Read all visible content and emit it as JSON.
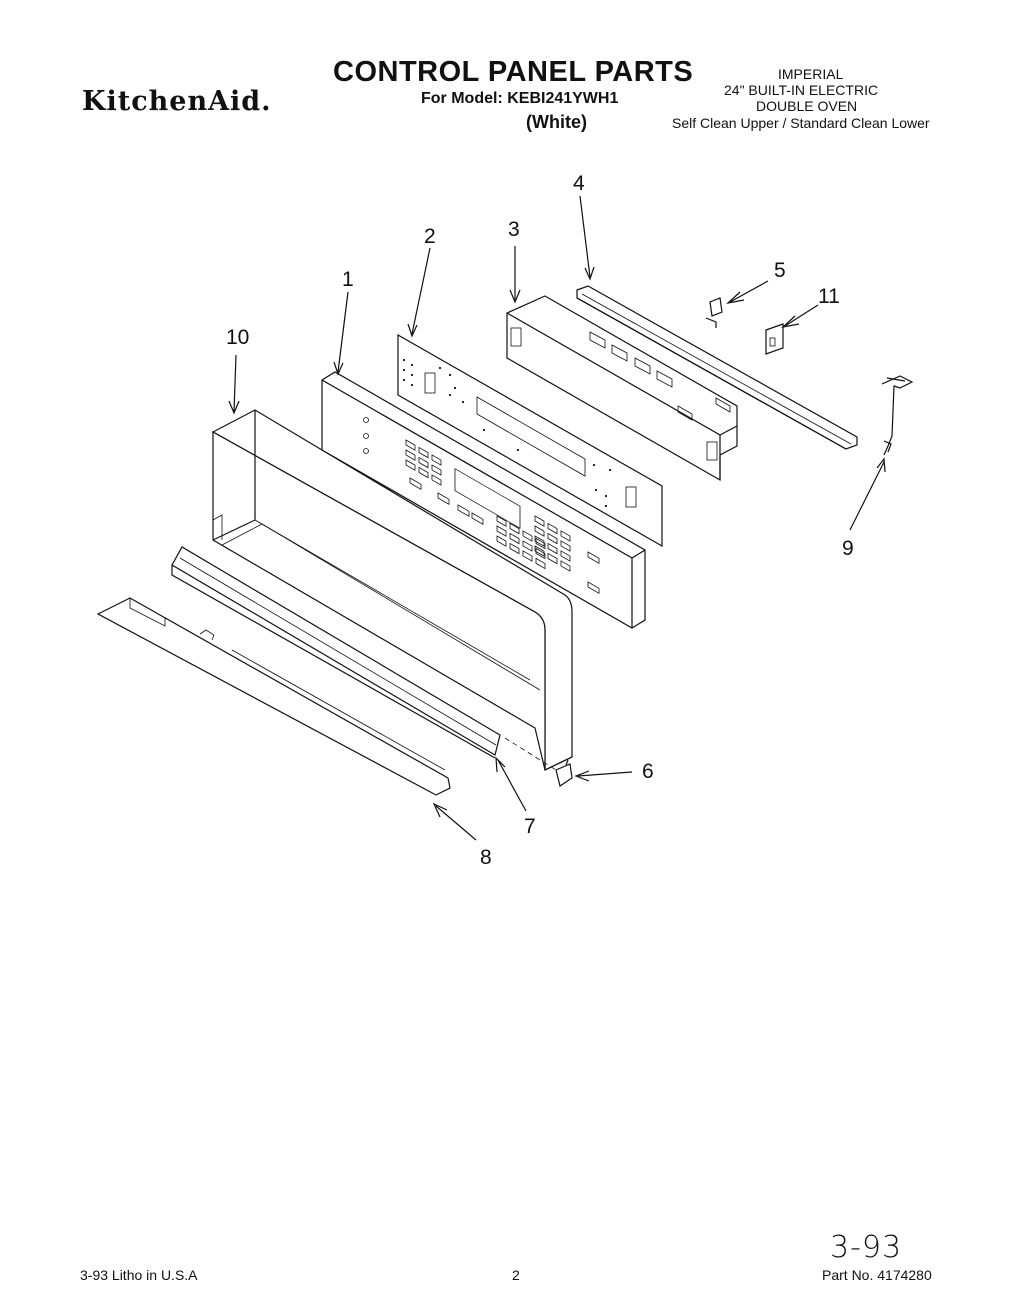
{
  "header": {
    "brand": "KitchenAid.",
    "title": "CONTROL PANEL PARTS",
    "model_line": "For Model: KEBI241YWH1",
    "variant": "(White)",
    "spec_lines": [
      "IMPERIAL",
      "24\" BUILT-IN ELECTRIC",
      "DOUBLE OVEN",
      "Self Clean Upper / Standard Clean Lower"
    ]
  },
  "callouts": [
    "1",
    "2",
    "3",
    "4",
    "5",
    "6",
    "7",
    "8",
    "9",
    "10",
    "11"
  ],
  "footer": {
    "left": "3-93  Litho in U.S.A",
    "page": "2",
    "part": "Part No. 4174280",
    "handwritten": "3-93"
  }
}
